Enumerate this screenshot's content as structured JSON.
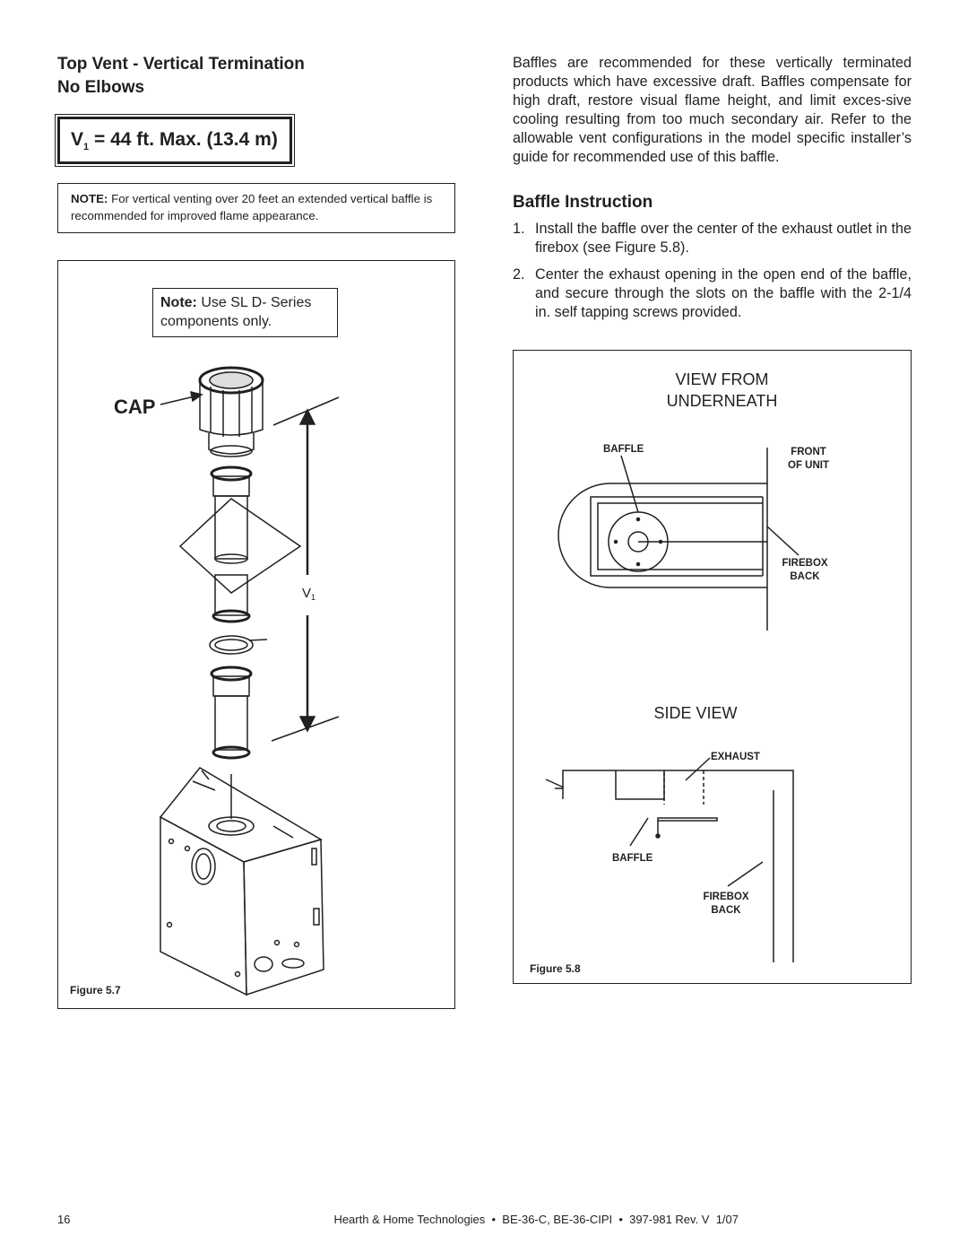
{
  "left": {
    "heading_line1": "Top Vent - Vertical Termination",
    "heading_line2": "No Elbows",
    "max_prefix": "V",
    "max_sub": "1",
    "max_suffix": " = 44 ft. Max. (13.4 m)",
    "note_bold": "NOTE:",
    "note_text": " For vertical venting over 20 feet an extended vertical baffle is recommended for improved flame appearance."
  },
  "figure57": {
    "note_bold": "Note:",
    "note_text": " Use SL D- Series components only.",
    "cap_label": "CAP",
    "v_label": "V",
    "v_sub": "1",
    "caption": "Figure 5.7"
  },
  "right": {
    "intro": "Baffles are recommended for these vertically terminated products which have excessive draft.  Baffles compensate for high draft, restore visual flame height, and limit exces-sive cooling resulting from too much secondary air.  Refer to the allowable vent configurations in the model specific installer’s guide for recommended use of this baffle.",
    "subheading": "Baffle Instruction",
    "steps": [
      {
        "num": "1.",
        "text": "Install the baffle over the center of the exhaust outlet in the firebox (see Figure 5.8)."
      },
      {
        "num": "2.",
        "text": "Center the exhaust opening in the open end of the baffle, and secure through the slots on the baffle with the 2-1/4 in. self tapping screws provided."
      }
    ]
  },
  "figure58": {
    "view_from_line1": "VIEW FROM",
    "view_from_line2": "UNDERNEATH",
    "baffle_top": "BAFFLE",
    "front_line1": "FRONT",
    "front_line2": "OF UNIT",
    "firebox_line1": "FIREBOX",
    "firebox_line2": "BACK",
    "side_view": "SIDE VIEW",
    "exhaust": "EXHAUST",
    "baffle_bottom": "BAFFLE",
    "firebox2_line1": "FIREBOX",
    "firebox2_line2": "BACK",
    "caption": "Figure 5.8"
  },
  "footer": {
    "page_number": "16",
    "text": "Hearth & Home Technologies  •  BE-36-C, BE-36-CIPI  •  397-981 Rev. V  1/07"
  }
}
